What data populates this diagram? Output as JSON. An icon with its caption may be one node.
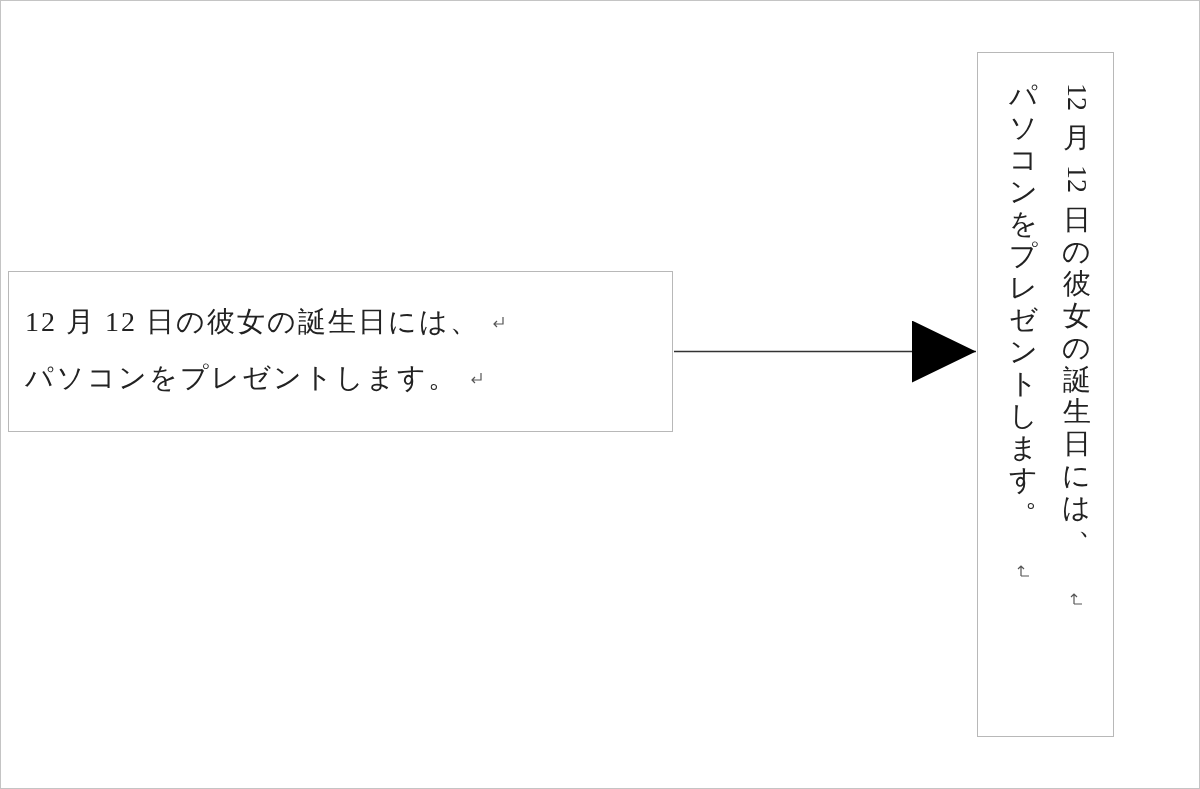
{
  "diagram": {
    "nodes": [
      {
        "text": [
          "12 月 12 日の彼女の誕生日には、",
          "パソコンをプレゼントします。"
        ]
      },
      {
        "text": [
          "12 月 12 日の彼女の誕生日には、",
          "パソコンをプレゼントします。"
        ]
      }
    ],
    "edges": [
      {
        "from": 0,
        "to": 1,
        "arrow": "to"
      }
    ]
  }
}
